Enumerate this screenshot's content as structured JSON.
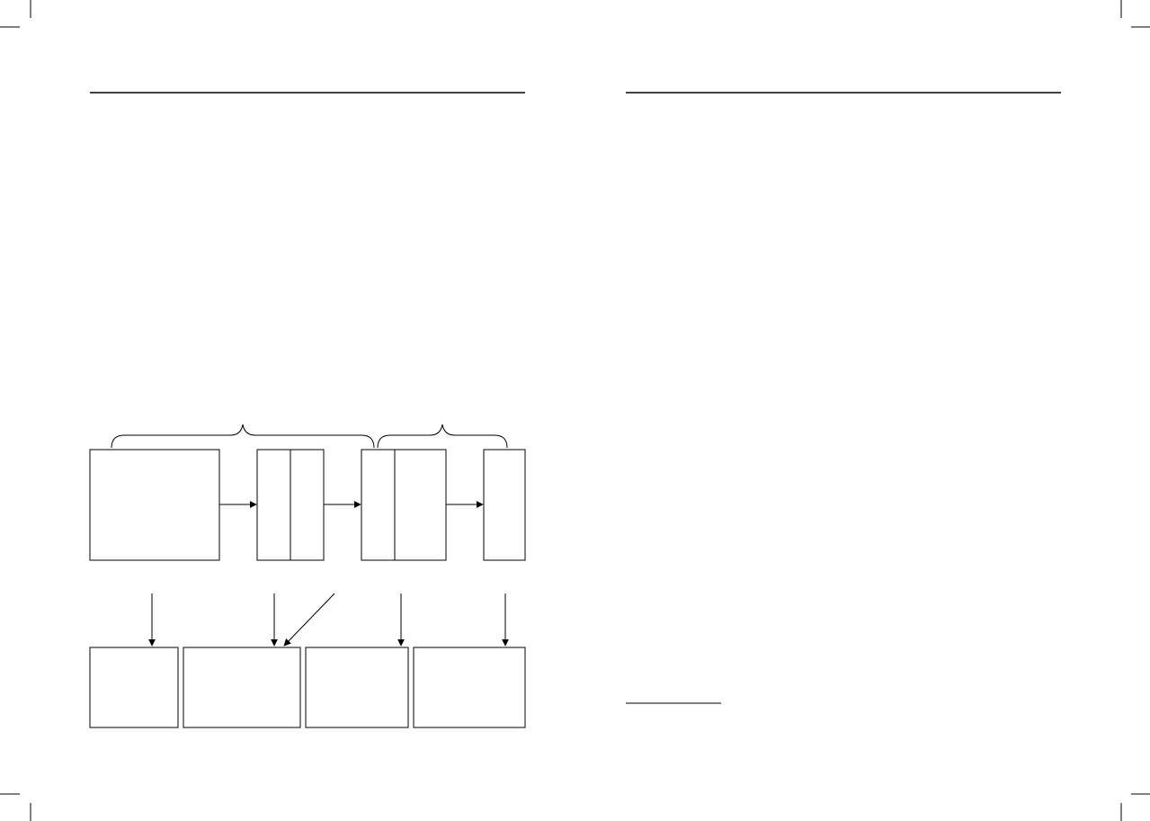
{
  "colors": {
    "background": "#ffffff",
    "ink": "#000000"
  },
  "left_page": {
    "header_rule": "horizontal-line",
    "diagram": {
      "top_boxes": [
        {
          "id": "box-1",
          "text": ""
        },
        {
          "id": "box-2",
          "text": "",
          "divided": true
        },
        {
          "id": "box-3",
          "text": "",
          "divided": true
        },
        {
          "id": "box-4",
          "text": ""
        }
      ],
      "bottom_boxes": [
        {
          "id": "bottom-1",
          "text": ""
        },
        {
          "id": "bottom-2",
          "text": ""
        },
        {
          "id": "bottom-3",
          "text": ""
        },
        {
          "id": "bottom-4",
          "text": ""
        }
      ],
      "braces": [
        "brace-left",
        "brace-right"
      ],
      "arrows": [
        "horizontal-arrows",
        "vertical-arrows",
        "diagonal-arrow"
      ]
    }
  },
  "right_page": {
    "header_rule": "horizontal-line",
    "footnote_rule": "short-horizontal-line"
  }
}
